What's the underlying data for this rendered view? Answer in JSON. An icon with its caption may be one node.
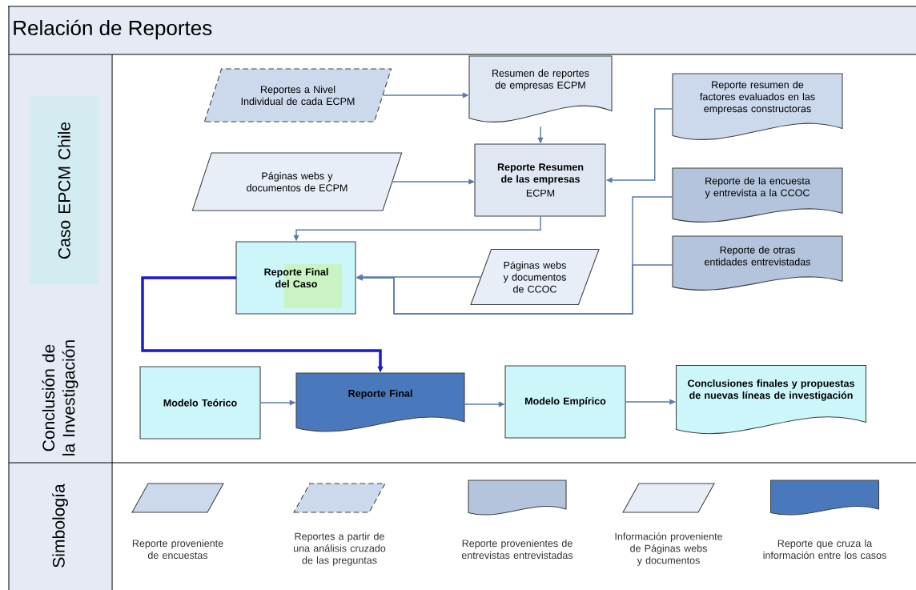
{
  "diagram": {
    "title": "Relación de Reportes",
    "nodes": [
      {
        "text": [
          "Reportes a Nivel Individual de cada ECPM"
        ]
      },
      {
        "text": [
          "Resumen de reportes de empresas ECPM"
        ]
      },
      {
        "text": [
          "Reporte resumen de factores evaluados en las empresas constructoras"
        ]
      },
      {
        "text": [
          "Páginas webs y documentos de ECPM"
        ]
      },
      {
        "text": [
          "Reporte Resumen de las empresas",
          "ECPM"
        ]
      },
      {
        "text": [
          "Reporte de la encuesta y entrevista a la CCOC"
        ]
      },
      {
        "text": [
          "Reporte Final del Caso"
        ]
      },
      {
        "text": [
          "Páginas webs y documentos de CCOC"
        ]
      },
      {
        "text": [
          "Reporte de otras entidades entrevistadas"
        ]
      },
      {
        "text": [
          "Modelo Teórico"
        ]
      },
      {
        "text": [
          "Reporte Final"
        ]
      },
      {
        "text": [
          "Modelo Empírico"
        ]
      },
      {
        "text": [
          "Conclusiones finales y propuestas de nuevas líneas de investigación"
        ]
      }
    ],
    "edges": [
      {
        "from": 0,
        "to": 1,
        "arrow": "to"
      },
      {
        "from": 1,
        "to": 4,
        "arrow": "to"
      },
      {
        "from": 3,
        "to": 4,
        "arrow": "to"
      },
      {
        "from": 2,
        "to": 4,
        "arrow": "to"
      },
      {
        "from": 4,
        "to": 6,
        "arrow": "to"
      },
      {
        "from": 7,
        "to": 6,
        "arrow": "to"
      },
      {
        "from": 5,
        "to": 6,
        "arrow": "to"
      },
      {
        "from": 8,
        "to": 6,
        "arrow": "to"
      },
      {
        "from": 6,
        "to": 10,
        "arrow": "to",
        "style": "thick",
        "color": "#1a1acc"
      },
      {
        "from": 9,
        "to": 10,
        "arrow": "to"
      },
      {
        "from": 10,
        "to": 11,
        "arrow": "to"
      },
      {
        "from": 11,
        "to": 12,
        "arrow": "to"
      }
    ],
    "labels": [
      "Caso EPCM Chile",
      "Conclusión de la Investigación",
      "Simbología"
    ],
    "legend": [
      {
        "text": "Reporte proveniente de encuestas"
      },
      {
        "text": "Reportes a partir de una análisis cruzado de las preguntas"
      },
      {
        "text": "Reporte provenientes de entrevistas entrevistadas"
      },
      {
        "text": "Información proveniente de Páginas webs y documentos"
      },
      {
        "text": "Reporte que cruza la información entre los casos"
      }
    ]
  }
}
